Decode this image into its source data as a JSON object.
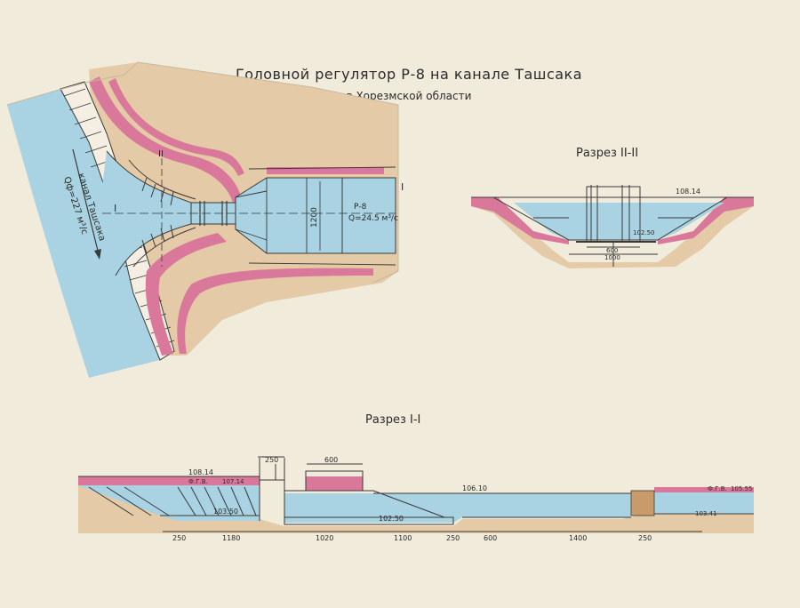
{
  "title": "Головной регулятор Р-8  на канале Ташсака",
  "subtitle": "в Хорезмской области",
  "plan": {
    "canal_label": "канал Ташсака",
    "canal_flow": "Qф=227 м³/с",
    "regulator_name": "Р-8",
    "regulator_flow": "Q=24.5 м³/с",
    "width_label": "1200",
    "section_mark_left": "I",
    "section_mark_right": "I",
    "section_mark_ii": "II"
  },
  "section2": {
    "title": "Разрез II-II",
    "elev_top": "108.14",
    "elev_bottom": "102.50",
    "dim_inner": "600",
    "dim_outer": "1000"
  },
  "section1": {
    "title": "Разрез I-I",
    "elev_left_top": "108.14",
    "fgv_left_label": "Ф.Г.В.",
    "fgv_left": "107.14",
    "elev_left_bottom": "103.50",
    "dim_top_a": "250",
    "dim_top_b": "600",
    "elev_mid_top": "106.10",
    "elev_mid_bottom": "102.50",
    "fgv_right_label": "Ф.Г.В.",
    "fgv_right": "105.55",
    "elev_right_bottom": "103.41",
    "dims_bottom": [
      "250",
      "1180",
      "1020",
      "1100",
      "250",
      "600",
      "1400",
      "250"
    ]
  },
  "colors": {
    "paper": "#f1ebdc",
    "water": "#a9d3e2",
    "earth": "#e4caa6",
    "pink": "#d9789a",
    "line": "#3a3a3a"
  }
}
